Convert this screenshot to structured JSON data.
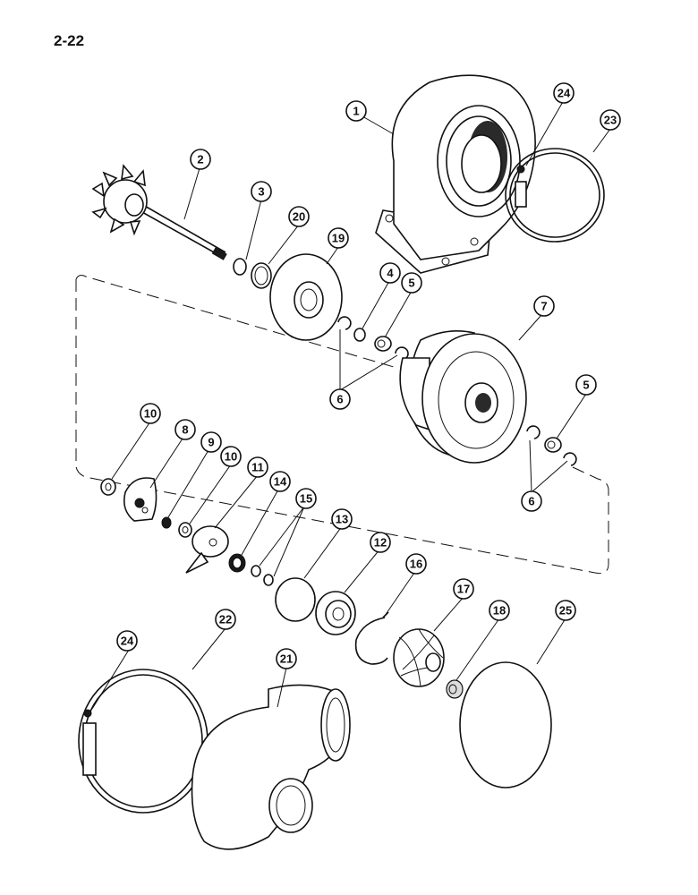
{
  "page": {
    "number": "2-22"
  },
  "callouts": [
    {
      "label": "1"
    },
    {
      "label": "2"
    },
    {
      "label": "3"
    },
    {
      "label": "4"
    },
    {
      "label": "5"
    },
    {
      "label": "5"
    },
    {
      "label": "6"
    },
    {
      "label": "6"
    },
    {
      "label": "7"
    },
    {
      "label": "8"
    },
    {
      "label": "9"
    },
    {
      "label": "10"
    },
    {
      "label": "10"
    },
    {
      "label": "11"
    },
    {
      "label": "12"
    },
    {
      "label": "13"
    },
    {
      "label": "14"
    },
    {
      "label": "15"
    },
    {
      "label": "16"
    },
    {
      "label": "17"
    },
    {
      "label": "18"
    },
    {
      "label": "19"
    },
    {
      "label": "20"
    },
    {
      "label": "21"
    },
    {
      "label": "22"
    },
    {
      "label": "23"
    },
    {
      "label": "24"
    },
    {
      "label": "24"
    },
    {
      "label": "25"
    }
  ]
}
